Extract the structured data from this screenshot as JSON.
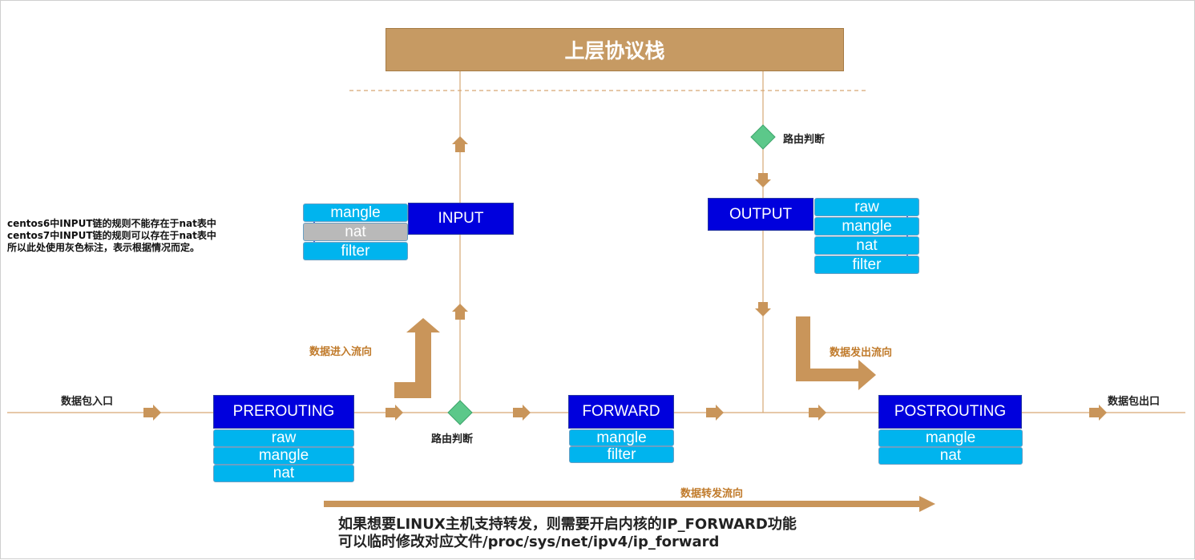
{
  "upper_stack": "上层协议栈",
  "route_decision_top": "路由判断",
  "route_decision_bottom": "路由判断",
  "chains": {
    "input": "INPUT",
    "output": "OUTPUT",
    "prerouting": "PREROUTING",
    "forward": "FORWARD",
    "postrouting": "POSTROUTING"
  },
  "tables": {
    "input": [
      "mangle",
      "nat",
      "filter"
    ],
    "output": [
      "raw",
      "mangle",
      "nat",
      "filter"
    ],
    "prerouting": [
      "raw",
      "mangle",
      "nat"
    ],
    "forward": [
      "mangle",
      "filter"
    ],
    "postrouting": [
      "mangle",
      "nat"
    ]
  },
  "input_nat_note": [
    "centos6中INPUT链的规则不能存在于nat表中",
    "centos7中INPUT链的规则可以存在于nat表中",
    "所以此处使用灰色标注，表示根据情况而定。"
  ],
  "flow_labels": {
    "in": "数据进入流向",
    "out": "数据发出流向",
    "forward": "数据转发流向",
    "entry": "数据包入口",
    "exit": "数据包出口"
  },
  "bottom_note": [
    "如果想要LINUX主机支持转发，则需要开启内核的IP_FORWARD功能",
    "可以临时修改对应文件/proc/sys/net/ipv4/ip_forward"
  ],
  "colors": {
    "chain": "#0000dd",
    "table": "#00b4ee",
    "table_conditional": "#b9b9b9",
    "stack": "#c69a63",
    "arrow": "#c9955a",
    "diamond": "#5cc88a"
  }
}
